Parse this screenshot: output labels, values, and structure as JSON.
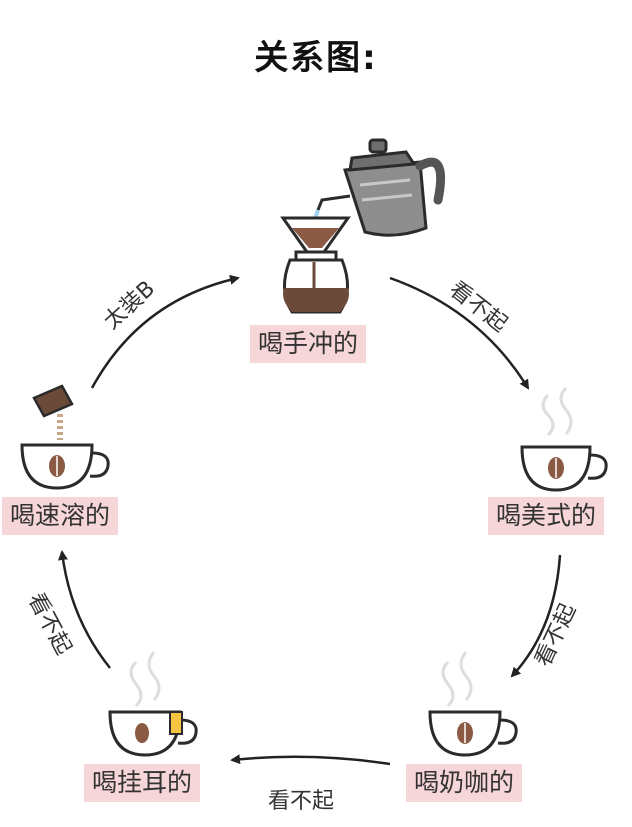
{
  "title": "关系图:",
  "nodes": {
    "pourover": "喝手冲的",
    "americano": "喝美式的",
    "latte": "喝奶咖的",
    "dripbag": "喝挂耳的",
    "instant": "喝速溶的"
  },
  "edges": {
    "pourover_to_americano": "看不起",
    "americano_to_latte": "看不起",
    "latte_to_dripbag": "看不起",
    "dripbag_to_instant": "看不起",
    "instant_to_pourover": "太装B"
  },
  "colors": {
    "label_bg": "#f6d6d8",
    "coffee": "#6b4a3a",
    "kettle": "#8a8a8a",
    "outline": "#2b2b2b"
  }
}
